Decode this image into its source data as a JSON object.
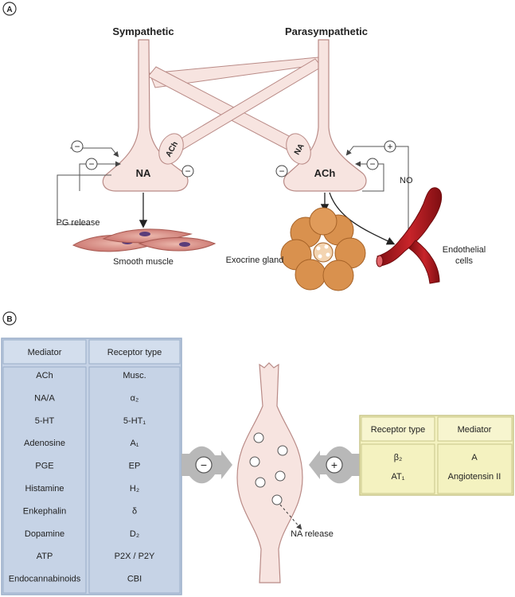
{
  "panelA": {
    "label": "A",
    "sympathetic": "Sympathetic",
    "parasympathetic": "Parasympathetic",
    "na_terminal": "NA",
    "ach_terminal": "ACh",
    "ach_branch": "ACh",
    "na_branch": "NA",
    "minus": "−",
    "plus": "+",
    "pg_release": "PG release",
    "smooth_muscle": "Smooth muscle",
    "exocrine_gland": "Exocrine gland",
    "no": "NO",
    "endothelial_line1": "Endothelial",
    "endothelial_line2": "cells"
  },
  "panelB": {
    "label": "B",
    "left_table": {
      "header_mediator": "Mediator",
      "header_receptor": "Receptor type",
      "rows": [
        {
          "mediator": "ACh",
          "receptor": "Musc."
        },
        {
          "mediator": "NA/A",
          "receptor": "α₂"
        },
        {
          "mediator": "5-HT",
          "receptor": "5-HT₁"
        },
        {
          "mediator": "Adenosine",
          "receptor": "A₁"
        },
        {
          "mediator": "PGE",
          "receptor": "EP"
        },
        {
          "mediator": "Histamine",
          "receptor": "H₂"
        },
        {
          "mediator": "Enkephalin",
          "receptor": "δ"
        },
        {
          "mediator": "Dopamine",
          "receptor": "D₂"
        },
        {
          "mediator": "ATP",
          "receptor": "P2X / P2Y"
        },
        {
          "mediator": "Endocannabinoids",
          "receptor": "CBI"
        }
      ]
    },
    "right_table": {
      "header_receptor": "Receptor type",
      "header_mediator": "Mediator",
      "rows": [
        {
          "receptor": "β₂",
          "mediator": "A"
        },
        {
          "receptor": "AT₁",
          "mediator": "Angiotensin II"
        }
      ]
    },
    "minus": "−",
    "plus": "+",
    "na_release": "NA release"
  },
  "colors": {
    "nerve_fill": "#f7e4e0",
    "nerve_stroke": "#b98a86",
    "blue_table": "#c6d3e6",
    "blue_stroke": "#9aaec8",
    "yellow_table": "#f4f2c0",
    "yellow_stroke": "#c9c68a",
    "gland": "#d9914e",
    "vessel": "#b3161c",
    "muscle": "#d98c82"
  }
}
